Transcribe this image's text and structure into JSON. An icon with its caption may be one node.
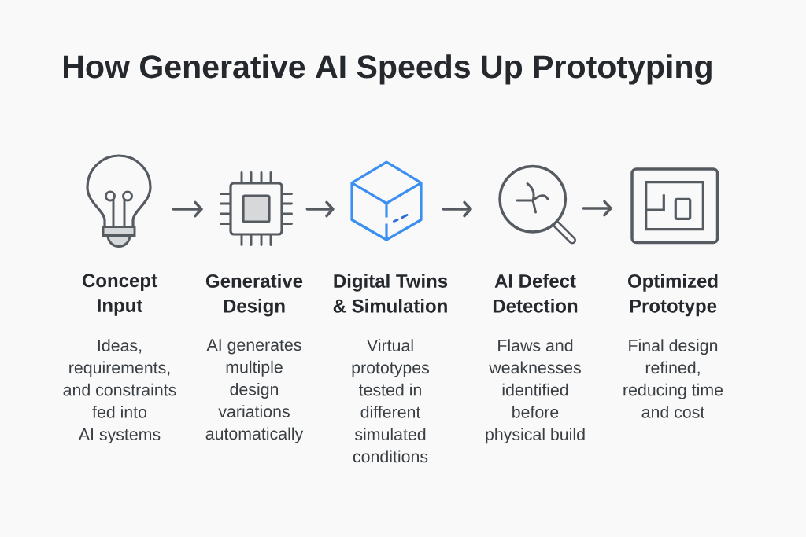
{
  "diagram": {
    "title": "How Generative AI Speeds Up Prototyping",
    "nodes": [
      {
        "text": [],
        "shape": "picture",
        "beside": [
          "Concept Input",
          "Ideas, requirements, and constraints fed into AI systems"
        ]
      },
      {
        "text": [],
        "shape": "picture",
        "beside": [
          "Generative Design",
          "AI generates multiple design variations automatically"
        ]
      },
      {
        "text": [],
        "shape": "picture",
        "beside": [
          "Digital Twins & Simulation",
          "Virtual prototypes tested in different simulated conditions"
        ]
      },
      {
        "text": [],
        "shape": "picture",
        "beside": [
          "AI Defect Detection",
          "Flaws and weaknesses identified before physical build"
        ]
      },
      {
        "text": [],
        "shape": "picture",
        "beside": [
          "Optimized Prototype",
          "Final design refined, reducing time and cost"
        ]
      }
    ],
    "edges": [
      {
        "from": 0,
        "to": 1,
        "arrow": "to"
      },
      {
        "from": 1,
        "to": 2,
        "arrow": "to"
      },
      {
        "from": 2,
        "to": 3,
        "arrow": "to"
      },
      {
        "from": 3,
        "to": 4,
        "arrow": "to"
      }
    ]
  }
}
